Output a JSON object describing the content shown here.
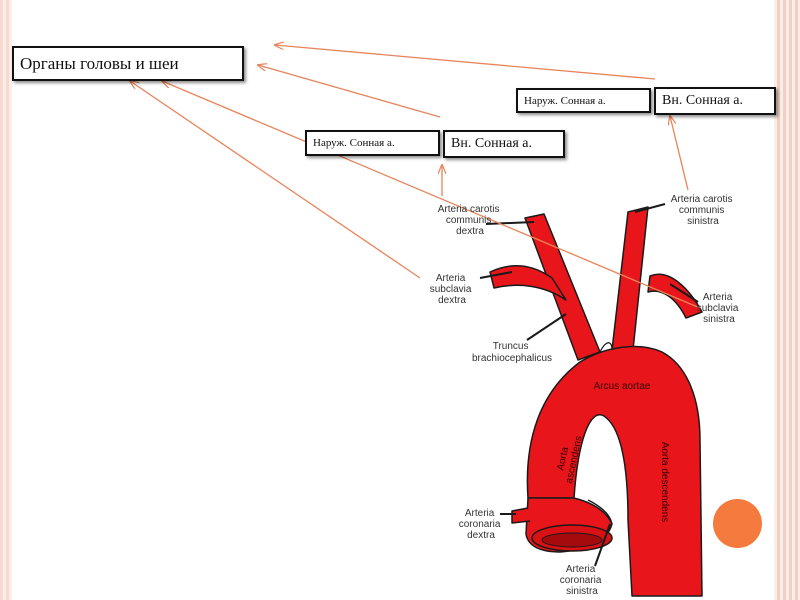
{
  "boxes": {
    "head_neck": "Органы головы и шеи",
    "ext_carotid_right": "Наруж. Сонная а.",
    "int_carotid_right": "Вн. Сонная а.",
    "ext_carotid_left": "Наруж. Сонная а.",
    "int_carotid_left": "Вн. Сонная а."
  },
  "labels": {
    "carotis_dextra": [
      "Arteria carotis",
      "communis",
      "dextra"
    ],
    "carotis_sinistra": [
      "Arteria carotis",
      "communis",
      "sinistra"
    ],
    "subclavia_dextra": [
      "Arteria",
      "subclavia",
      "dextra"
    ],
    "subclavia_sinistra": [
      "Arteria",
      "subclavia",
      "sinistra"
    ],
    "truncus": [
      "Truncus",
      "brachiocephalicus"
    ],
    "arcus": "Arcus aortae",
    "ascendens": [
      "Aorta",
      "ascendens"
    ],
    "descendens": "Aorta descendens",
    "coronaria_dextra": [
      "Arteria",
      "coronaria",
      "dextra"
    ],
    "coronaria_sinistra": [
      "Arteria",
      "coronaria",
      "sinistra"
    ]
  },
  "colors": {
    "artery": "#e8161a",
    "arrow": "#e8845a",
    "accent_circle": "#f47a3d"
  }
}
